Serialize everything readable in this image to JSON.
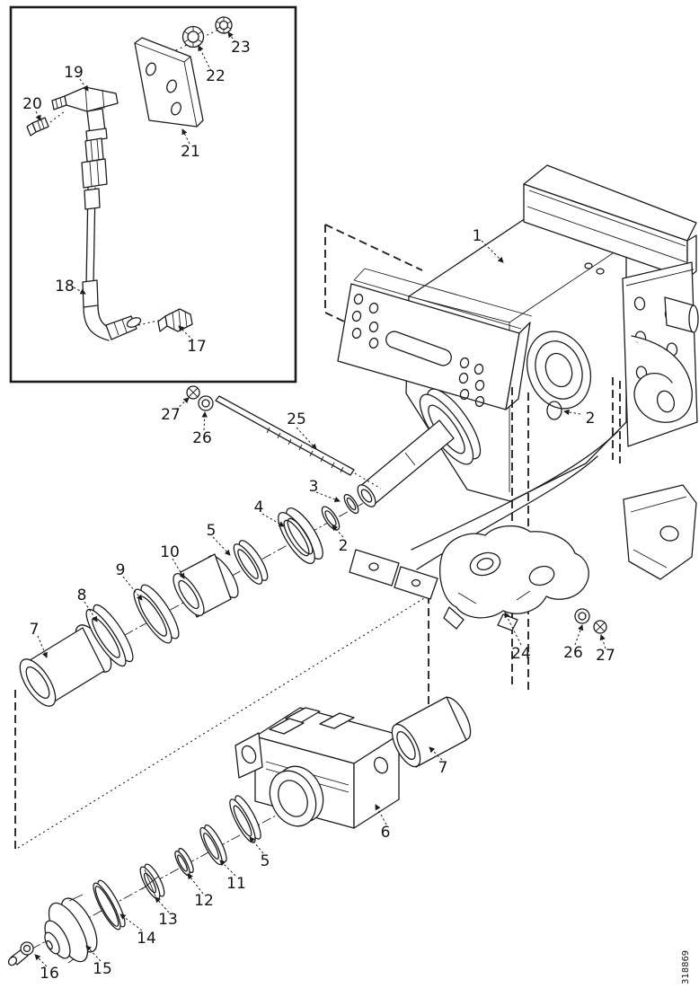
{
  "figure_number": "318869",
  "colors": {
    "line": "#1c1c1c",
    "background": "#ffffff"
  },
  "callouts": {
    "n1": "1",
    "n2_housing": "2",
    "n2_rings": "2",
    "n3": "3",
    "n4": "4",
    "n5_upper": "5",
    "n5_lower": "5",
    "n6": "6",
    "n7_upper": "7",
    "n7_lower": "7",
    "n8": "8",
    "n9": "9",
    "n10": "10",
    "n11": "11",
    "n12": "12",
    "n13": "13",
    "n14": "14",
    "n15": "15",
    "n16": "16",
    "n17": "17",
    "n18": "18",
    "n19": "19",
    "n20": "20",
    "n21": "21",
    "n22": "22",
    "n23": "23",
    "n24": "24",
    "n25": "25",
    "n26_stud": "26",
    "n26_bracket": "26",
    "n27_stud": "27",
    "n27_bracket": "27"
  }
}
